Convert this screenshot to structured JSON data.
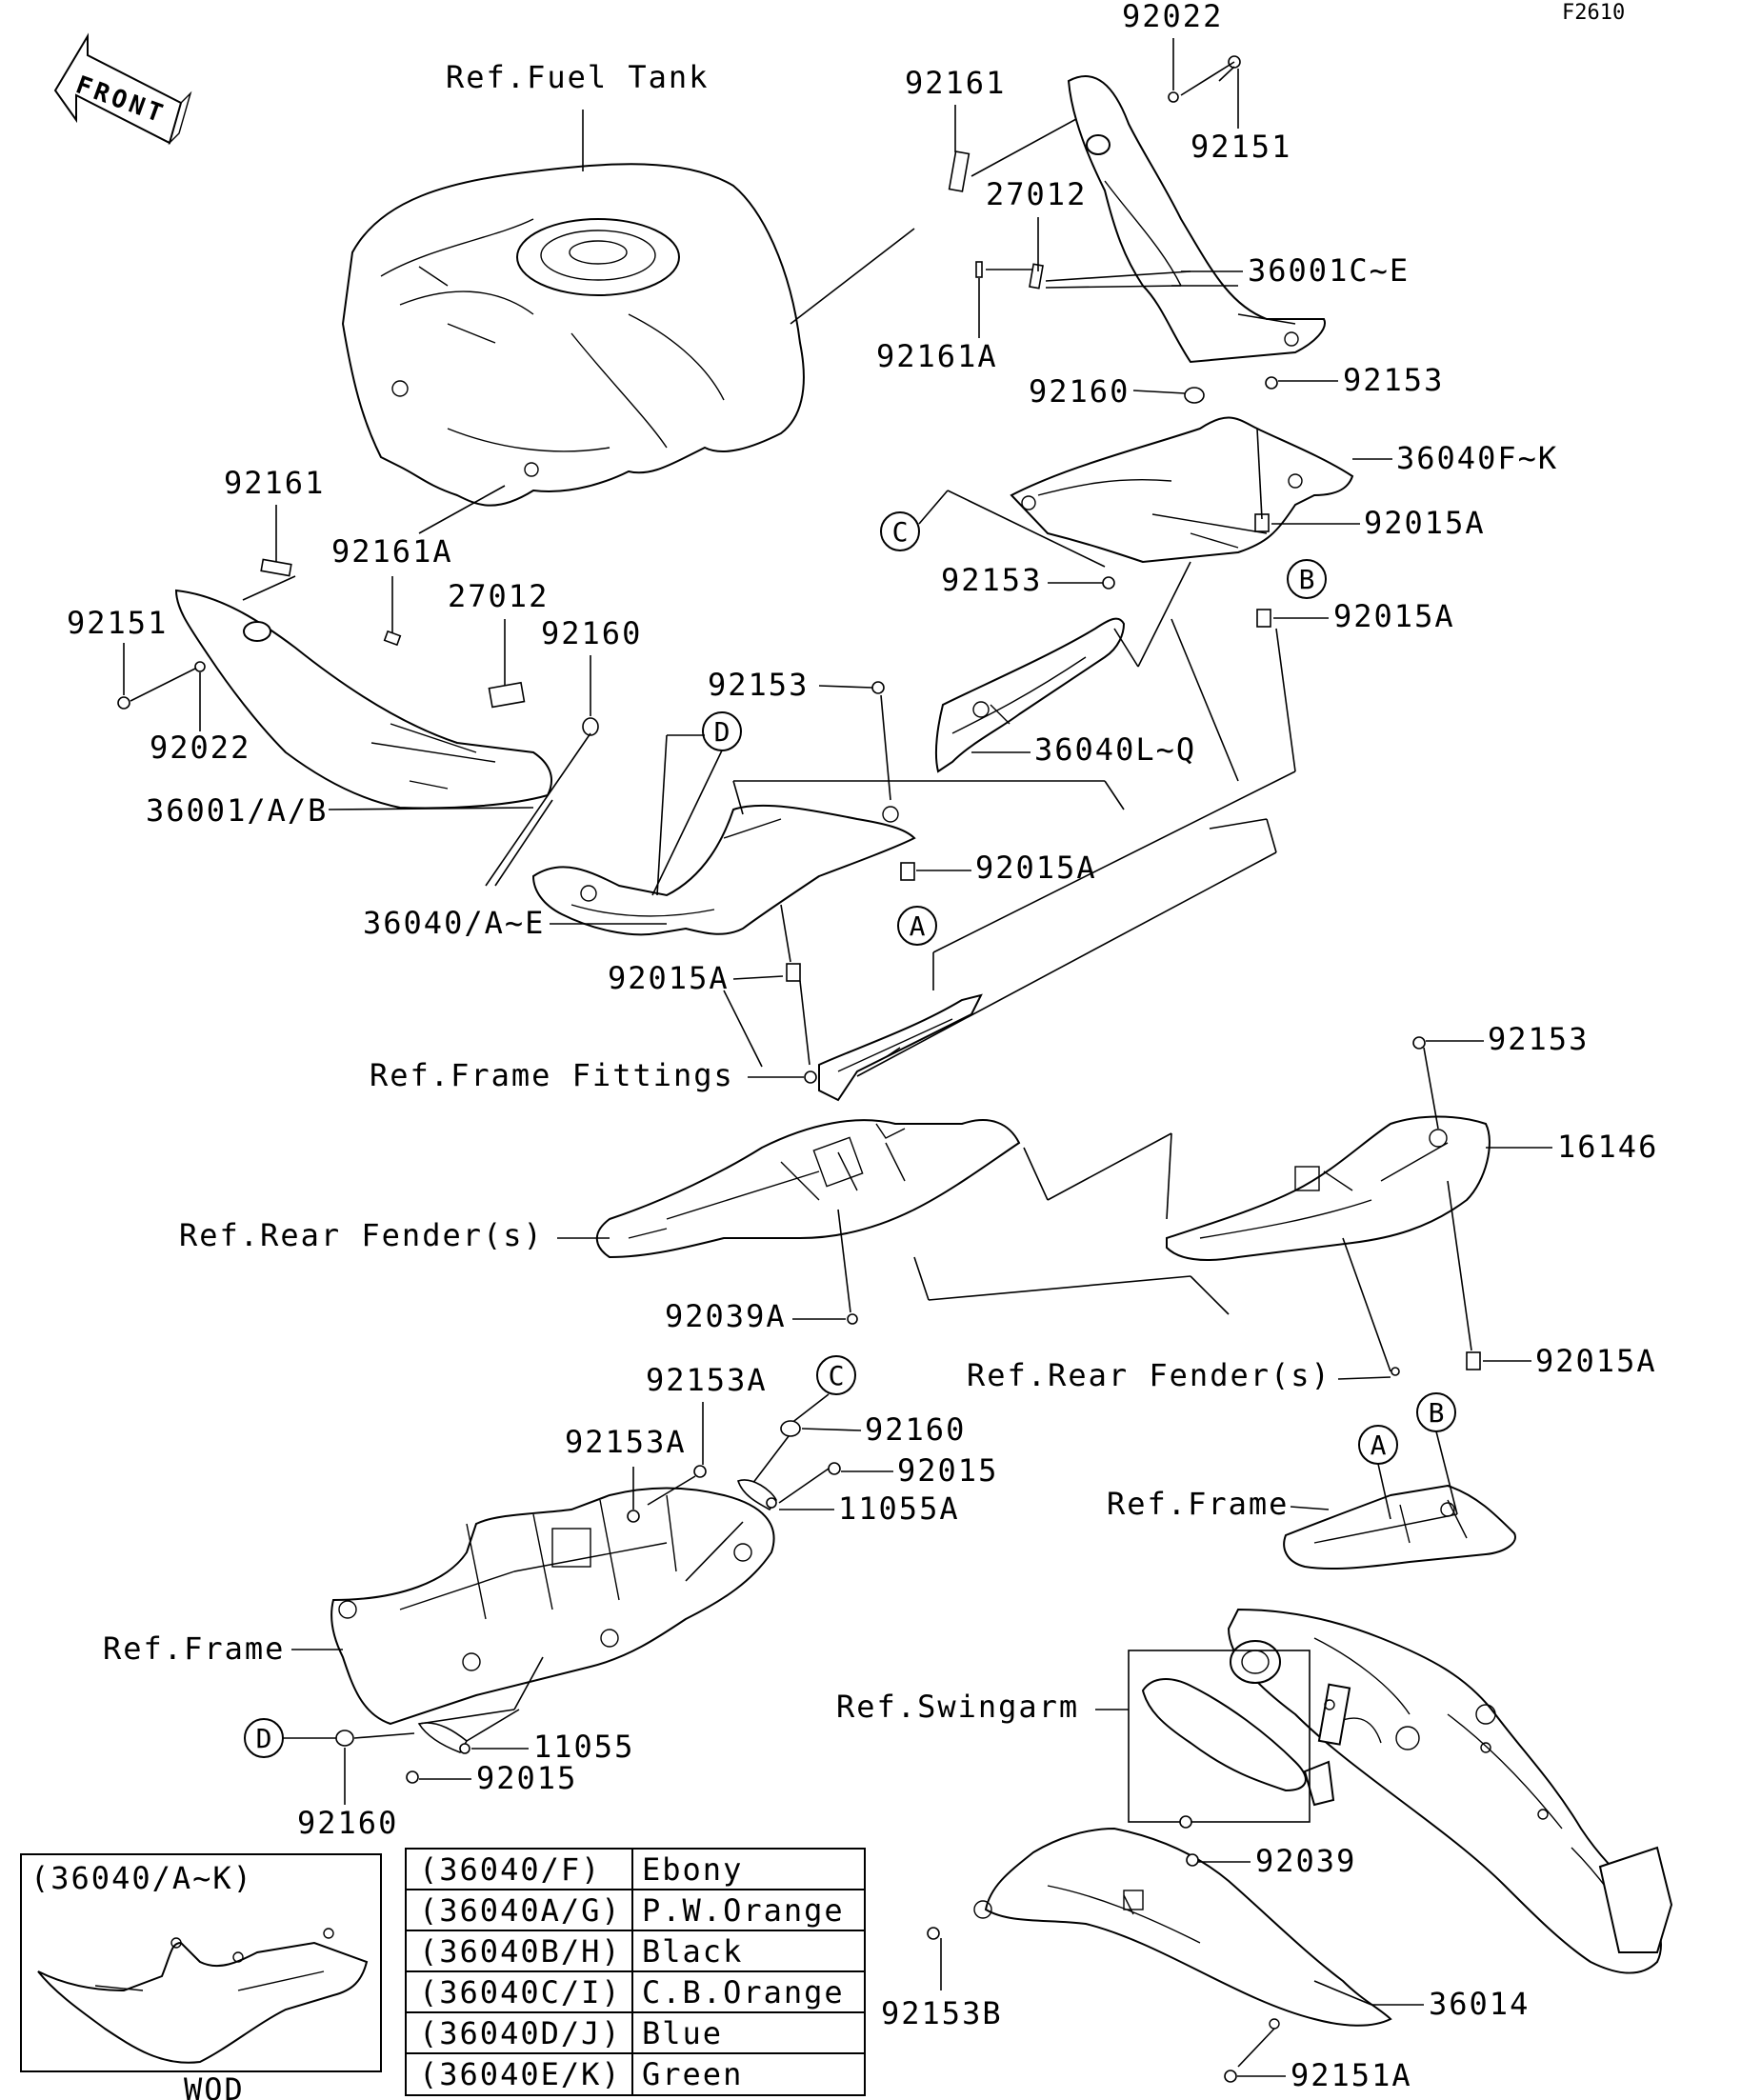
{
  "figure_code": "F2610",
  "front_label": "FRONT",
  "refs": {
    "fuel_tank": "Ref.Fuel Tank",
    "frame_fittings": "Ref.Frame Fittings",
    "rear_fender_left": "Ref.Rear Fender(s)",
    "rear_fender_right": "Ref.Rear Fender(s)",
    "frame_right": "Ref.Frame",
    "frame_left": "Ref.Frame",
    "swingarm": "Ref.Swingarm"
  },
  "callouts": {
    "A": "A",
    "B": "B",
    "C": "C",
    "D": "D"
  },
  "parts": {
    "p92022_top": "92022",
    "p92161_top": "92161",
    "p92151_top": "92151",
    "p27012_top": "27012",
    "p36001CE": "36001C~E",
    "p92161A_top": "92161A",
    "p92160_top": "92160",
    "p92153_r1": "92153",
    "p36040FK": "36040F~K",
    "p92015A_r1": "92015A",
    "p92153_c": "92153",
    "p92015A_r2": "92015A",
    "p92161_left": "92161",
    "p92161A_left": "92161A",
    "p92151_left": "92151",
    "p27012_left": "27012",
    "p92160_left": "92160",
    "p92022_left": "92022",
    "p36001AB": "36001/A/B",
    "p92153_d": "92153",
    "p36040LQ": "36040L~Q",
    "p92015A_m": "92015A",
    "p36040AE": "36040/A~E",
    "p92015A_l": "92015A",
    "p92153_r2": "92153",
    "p16146": "16146",
    "p92039A": "92039A",
    "p92015A_r3": "92015A",
    "p92153A_1": "92153A",
    "p92160_b": "92160",
    "p92153A_2": "92153A",
    "p92015_b": "92015",
    "p11055A": "11055A",
    "p11055": "11055",
    "p92015_c": "92015",
    "p92160_c": "92160",
    "p92039": "92039",
    "p92153B": "92153B",
    "p36014": "36014",
    "p92151A": "92151A"
  },
  "inset": {
    "title": "(36040/A~K)",
    "caption": "WOD"
  },
  "color_table": [
    {
      "code": "(36040/F)",
      "color": "Ebony"
    },
    {
      "code": "(36040A/G)",
      "color": "P.W.Orange"
    },
    {
      "code": "(36040B/H)",
      "color": "Black"
    },
    {
      "code": "(36040C/I)",
      "color": "C.B.Orange"
    },
    {
      "code": "(36040D/J)",
      "color": "Blue"
    },
    {
      "code": "(36040E/K)",
      "color": "Green"
    }
  ]
}
